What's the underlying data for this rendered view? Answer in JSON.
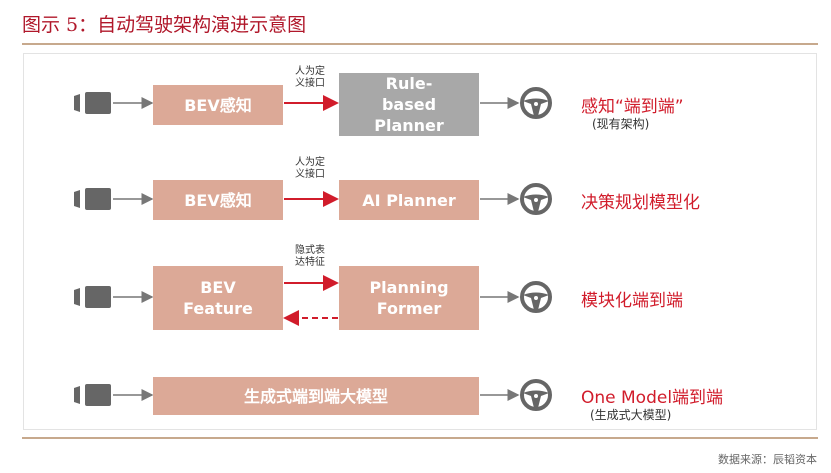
{
  "title": "图示 5：自动驾驶架构演进示意图",
  "rows": [
    {
      "left": "BEV感知",
      "note": "人为定\n义接口",
      "right": "Rule-based Planner",
      "label": "感知“端到端”",
      "sub": "(现有架构)"
    },
    {
      "left": "BEV感知",
      "note": "人为定\n义接口",
      "right": "AI Planner",
      "label": "决策规划模型化"
    },
    {
      "left": "BEV Feature",
      "note": "隐式表\n达特征",
      "right": "Planning Former",
      "label": "模块化端到端"
    },
    {
      "single": "生成式端到端大模型",
      "label": "One Model端到端",
      "sub": "(生成式大模型)"
    }
  ],
  "source": "数据来源：辰韬资本",
  "colors": {
    "accent": "#d11c2b",
    "box": "#dca997",
    "gray": "#a8a8a8"
  }
}
